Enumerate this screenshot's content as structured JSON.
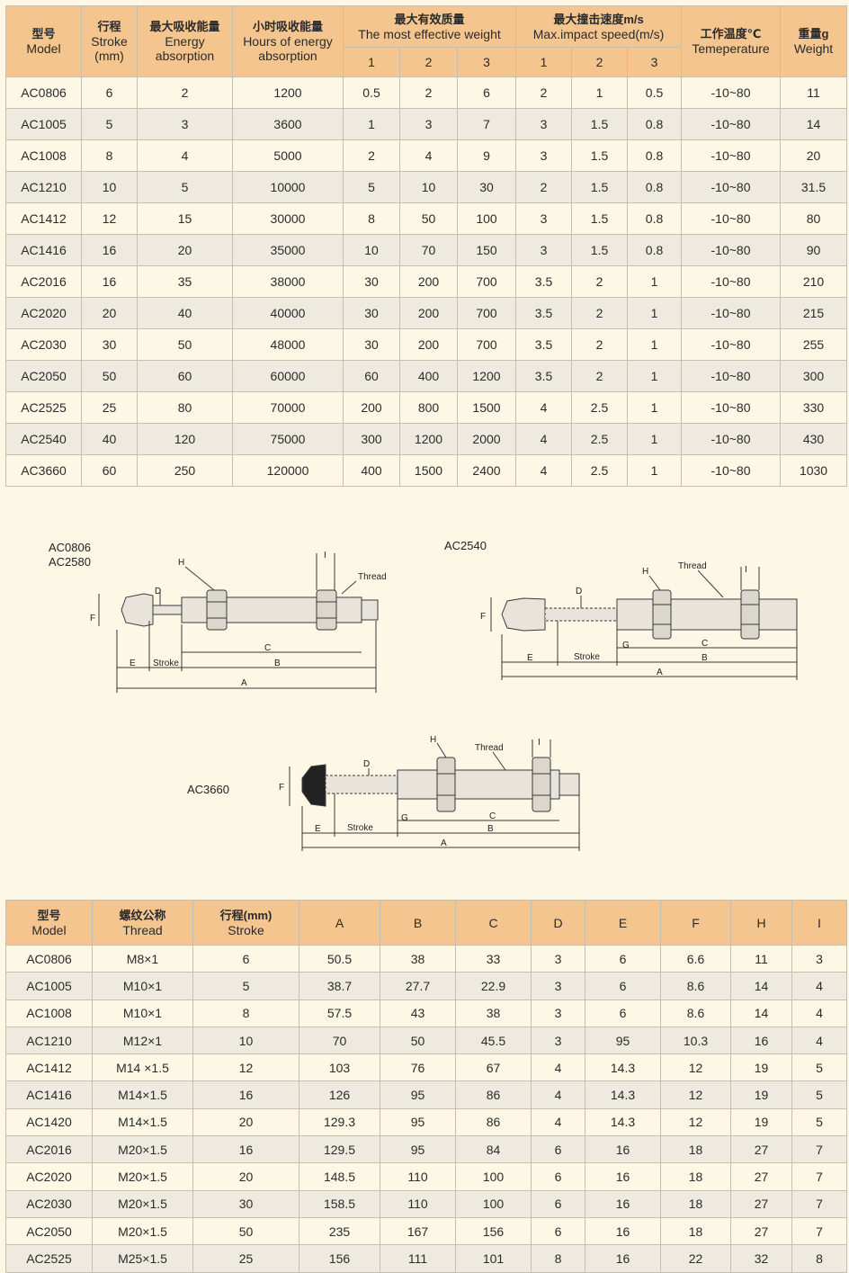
{
  "table1": {
    "headers": {
      "model": {
        "cn": "型号",
        "en": "Model"
      },
      "stroke": {
        "cn": "行程",
        "en": "Stroke",
        "unit": "(mm)"
      },
      "energy": {
        "cn": "最大吸收能量",
        "en1": "Energy",
        "en2": "absorption"
      },
      "hours": {
        "cn": "小时吸收能量",
        "en1": "Hours of energy",
        "en2": "absorption"
      },
      "weight_eff": {
        "cn": "最大有效质量",
        "en": "The most effective weight",
        "subs": [
          "1",
          "2",
          "3"
        ]
      },
      "speed": {
        "cn": "最大撞击速度m/s",
        "en": "Max.impact speed(m/s)",
        "subs": [
          "1",
          "2",
          "3"
        ]
      },
      "temp": {
        "cn": "工作温度℃",
        "en": "Temeperature"
      },
      "weight": {
        "cn": "重量g",
        "en": "Weight"
      }
    },
    "rows": [
      [
        "AC0806",
        "6",
        "2",
        "1200",
        "0.5",
        "2",
        "6",
        "2",
        "1",
        "0.5",
        "-10~80",
        "11"
      ],
      [
        "AC1005",
        "5",
        "3",
        "3600",
        "1",
        "3",
        "7",
        "3",
        "1.5",
        "0.8",
        "-10~80",
        "14"
      ],
      [
        "AC1008",
        "8",
        "4",
        "5000",
        "2",
        "4",
        "9",
        "3",
        "1.5",
        "0.8",
        "-10~80",
        "20"
      ],
      [
        "AC1210",
        "10",
        "5",
        "10000",
        "5",
        "10",
        "30",
        "2",
        "1.5",
        "0.8",
        "-10~80",
        "31.5"
      ],
      [
        "AC1412",
        "12",
        "15",
        "30000",
        "8",
        "50",
        "100",
        "3",
        "1.5",
        "0.8",
        "-10~80",
        "80"
      ],
      [
        "AC1416",
        "16",
        "20",
        "35000",
        "10",
        "70",
        "150",
        "3",
        "1.5",
        "0.8",
        "-10~80",
        "90"
      ],
      [
        "AC2016",
        "16",
        "35",
        "38000",
        "30",
        "200",
        "700",
        "3.5",
        "2",
        "1",
        "-10~80",
        "210"
      ],
      [
        "AC2020",
        "20",
        "40",
        "40000",
        "30",
        "200",
        "700",
        "3.5",
        "2",
        "1",
        "-10~80",
        "215"
      ],
      [
        "AC2030",
        "30",
        "50",
        "48000",
        "30",
        "200",
        "700",
        "3.5",
        "2",
        "1",
        "-10~80",
        "255"
      ],
      [
        "AC2050",
        "50",
        "60",
        "60000",
        "60",
        "400",
        "1200",
        "3.5",
        "2",
        "1",
        "-10~80",
        "300"
      ],
      [
        "AC2525",
        "25",
        "80",
        "70000",
        "200",
        "800",
        "1500",
        "4",
        "2.5",
        "1",
        "-10~80",
        "330"
      ],
      [
        "AC2540",
        "40",
        "120",
        "75000",
        "300",
        "1200",
        "2000",
        "4",
        "2.5",
        "1",
        "-10~80",
        "430"
      ],
      [
        "AC3660",
        "60",
        "250",
        "120000",
        "400",
        "1500",
        "2400",
        "4",
        "2.5",
        "1",
        "-10~80",
        "1030"
      ]
    ]
  },
  "diagrams": {
    "d1": {
      "models": [
        "AC0806",
        "AC2580"
      ],
      "labels": {
        "h": "H",
        "d": "D",
        "f": "F",
        "i": "I",
        "thread": "Thread",
        "c": "C",
        "e": "E",
        "stroke": "Stroke",
        "b": "B",
        "a": "A"
      }
    },
    "d2": {
      "model": "AC2540",
      "labels": {
        "h": "H",
        "d": "D",
        "f": "F",
        "i": "I",
        "thread": "Thread",
        "g": "G",
        "c": "C",
        "e": "E",
        "stroke": "Stroke",
        "b": "B",
        "a": "A"
      }
    },
    "d3": {
      "model": "AC3660",
      "labels": {
        "h": "H",
        "d": "D",
        "f": "F",
        "i": "I",
        "thread": "Thread",
        "g": "G",
        "c": "C",
        "e": "E",
        "stroke": "Stroke",
        "b": "B",
        "a": "A"
      }
    }
  },
  "table2": {
    "headers": {
      "model": {
        "cn": "型号",
        "en": "Model"
      },
      "thread": {
        "cn": "螺纹公称",
        "en": "Thread"
      },
      "stroke": {
        "cn": "行程(mm)",
        "en": "Stroke"
      },
      "dims": [
        "A",
        "B",
        "C",
        "D",
        "E",
        "F",
        "H",
        "I"
      ]
    },
    "rows": [
      [
        "AC0806",
        "M8×1",
        "6",
        "50.5",
        "38",
        "33",
        "3",
        "6",
        "6.6",
        "11",
        "3"
      ],
      [
        "AC1005",
        "M10×1",
        "5",
        "38.7",
        "27.7",
        "22.9",
        "3",
        "6",
        "8.6",
        "14",
        "4"
      ],
      [
        "AC1008",
        "M10×1",
        "8",
        "57.5",
        "43",
        "38",
        "3",
        "6",
        "8.6",
        "14",
        "4"
      ],
      [
        "AC1210",
        "M12×1",
        "10",
        "70",
        "50",
        "45.5",
        "3",
        "95",
        "10.3",
        "16",
        "4"
      ],
      [
        "AC1412",
        "M14 ×1.5",
        "12",
        "103",
        "76",
        "67",
        "4",
        "14.3",
        "12",
        "19",
        "5"
      ],
      [
        "AC1416",
        "M14×1.5",
        "16",
        "126",
        "95",
        "86",
        "4",
        "14.3",
        "12",
        "19",
        "5"
      ],
      [
        "AC1420",
        "M14×1.5",
        "20",
        "129.3",
        "95",
        "86",
        "4",
        "14.3",
        "12",
        "19",
        "5"
      ],
      [
        "AC2016",
        "M20×1.5",
        "16",
        "129.5",
        "95",
        "84",
        "6",
        "16",
        "18",
        "27",
        "7"
      ],
      [
        "AC2020",
        "M20×1.5",
        "20",
        "148.5",
        "110",
        "100",
        "6",
        "16",
        "18",
        "27",
        "7"
      ],
      [
        "AC2030",
        "M20×1.5",
        "30",
        "158.5",
        "110",
        "100",
        "6",
        "16",
        "18",
        "27",
        "7"
      ],
      [
        "AC2050",
        "M20×1.5",
        "50",
        "235",
        "167",
        "156",
        "6",
        "16",
        "18",
        "27",
        "7"
      ],
      [
        "AC2525",
        "M25×1.5",
        "25",
        "156",
        "111",
        "101",
        "8",
        "16",
        "22",
        "32",
        "8"
      ]
    ]
  }
}
